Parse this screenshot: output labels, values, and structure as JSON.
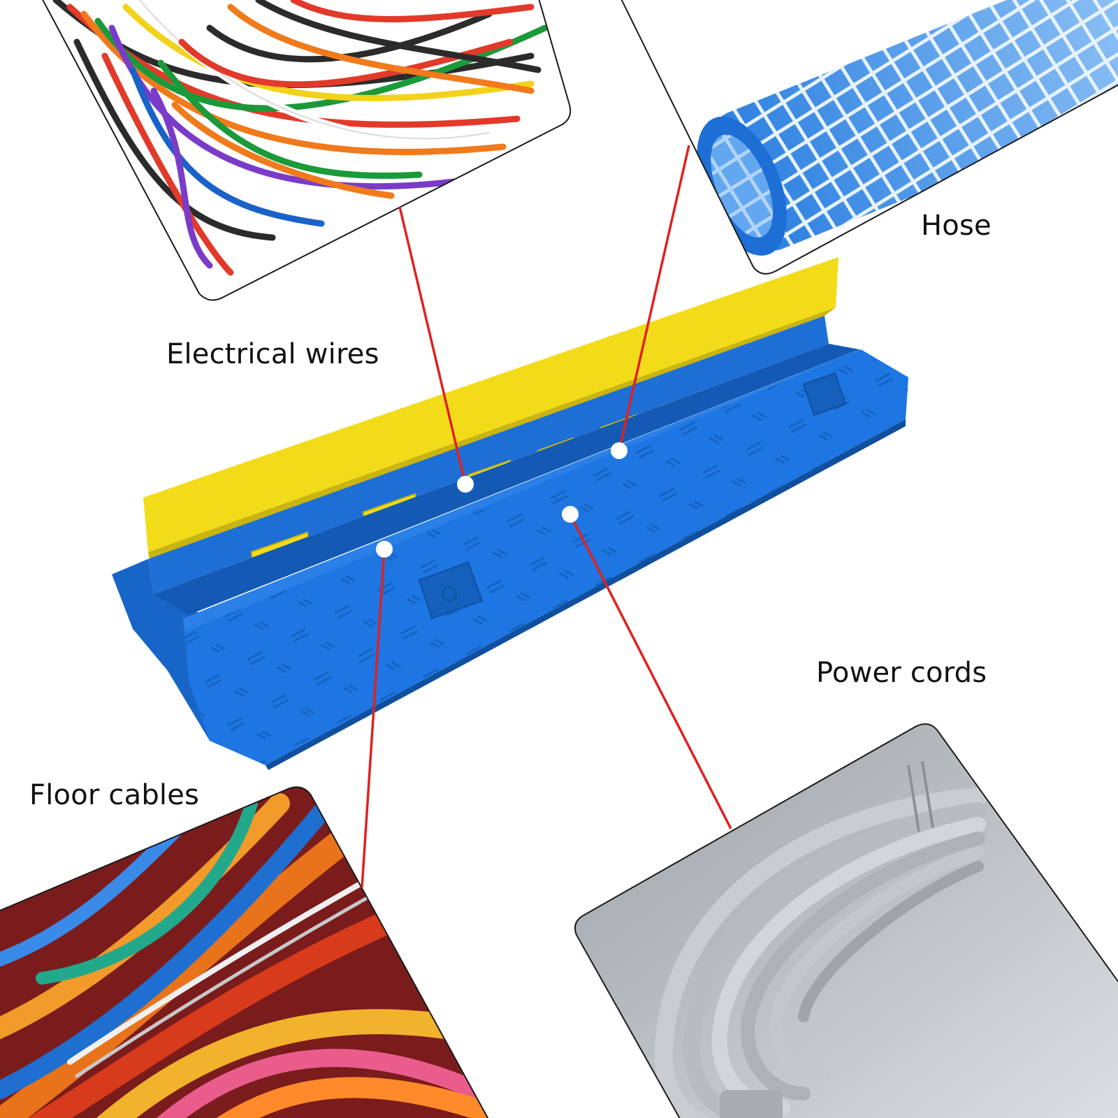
{
  "labels": {
    "electrical_wires": "Electrical wires",
    "hose": "Hose",
    "power_cords": "Power cords",
    "floor_cables": "Floor cables"
  },
  "colors": {
    "ramp_blue": "#1976e0",
    "lid_yellow": "#f2dc1a",
    "pointer_red": "#e02020",
    "hose_blue": "#3e8fe8",
    "cord_gray": "#bfc3c8"
  },
  "icons": {
    "electrical_wires_photo": "bundle-of-colored-wires",
    "hose_photo": "reinforced-blue-hose",
    "power_cords_photo": "coiled-gray-cords",
    "floor_cables_photo": "colorful-cables-close-up"
  }
}
